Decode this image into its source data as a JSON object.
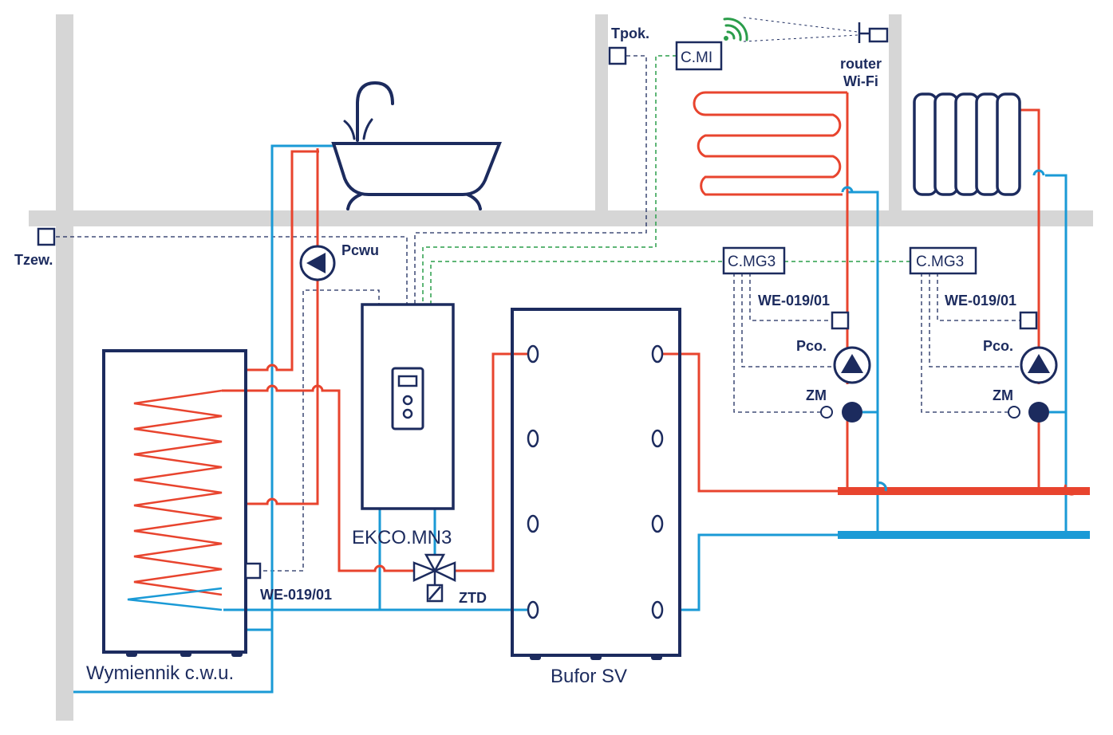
{
  "colors": {
    "wall": "#d6d6d6",
    "navy": "#1c2b5e",
    "hot": "#e8442e",
    "cold": "#1a9ad6",
    "signal": "#2a9d4a"
  },
  "labels": {
    "tzew": "Tzew.",
    "tpok": "Tpok.",
    "cmi": "C.MI",
    "router_line1": "router",
    "router_line2": "Wi-Fi",
    "pcwu": "Pcwu",
    "ekco": "EKCO.MN3",
    "ztd": "ZTD",
    "bufor": "Bufor SV",
    "wymiennik": "Wymiennik c.w.u.",
    "we_boiler": "WE-019/01",
    "cmg3_a": "C.MG3",
    "cmg3_b": "C.MG3",
    "we_a": "WE-019/01",
    "we_b": "WE-019/01",
    "pco_a": "Pco.",
    "pco_b": "Pco.",
    "zm_a": "ZM",
    "zm_b": "ZM"
  },
  "icons": [
    "bathtub-icon",
    "radiator-icon",
    "floor-heating-icon",
    "wifi-signal-icon",
    "router-icon",
    "pump-icon",
    "three-way-valve-icon",
    "mixing-valve-icon",
    "temperature-sensor-icon"
  ]
}
